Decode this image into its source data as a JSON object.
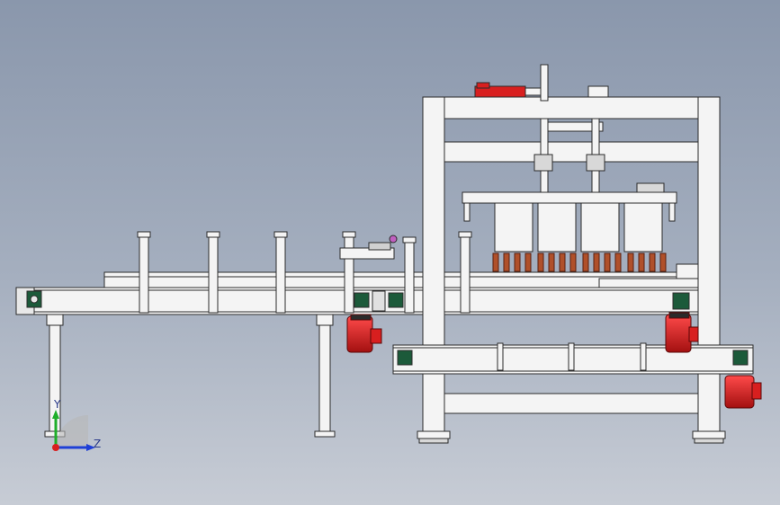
{
  "viewport": {
    "background_top": "#8a97ac",
    "background_bottom": "#c7ccd5"
  },
  "colors": {
    "frame": "#f4f4f4",
    "outline": "#2b2b2b",
    "motor": "#d81f1f",
    "motor_dark": "#8e1010",
    "gripper_fingers": "#b0502a",
    "motor_box_green": "#1c5a3a"
  },
  "model": {
    "components": [
      {
        "name": "infeed-conveyor",
        "icon": "conveyor-icon"
      },
      {
        "name": "gantry-frame",
        "icon": "frame-icon"
      },
      {
        "name": "gripper-head",
        "icon": "gripper-icon"
      },
      {
        "name": "lower-conveyor",
        "icon": "conveyor-icon"
      },
      {
        "name": "drive-motors",
        "count": 3,
        "icon": "motor-icon"
      },
      {
        "name": "support-legs",
        "count": 2
      }
    ]
  },
  "triad": {
    "y_label": "Y",
    "z_label": "Z",
    "y_color": "#1fae2a",
    "z_color": "#1f3fd6",
    "x_color": "#d81f1f"
  }
}
